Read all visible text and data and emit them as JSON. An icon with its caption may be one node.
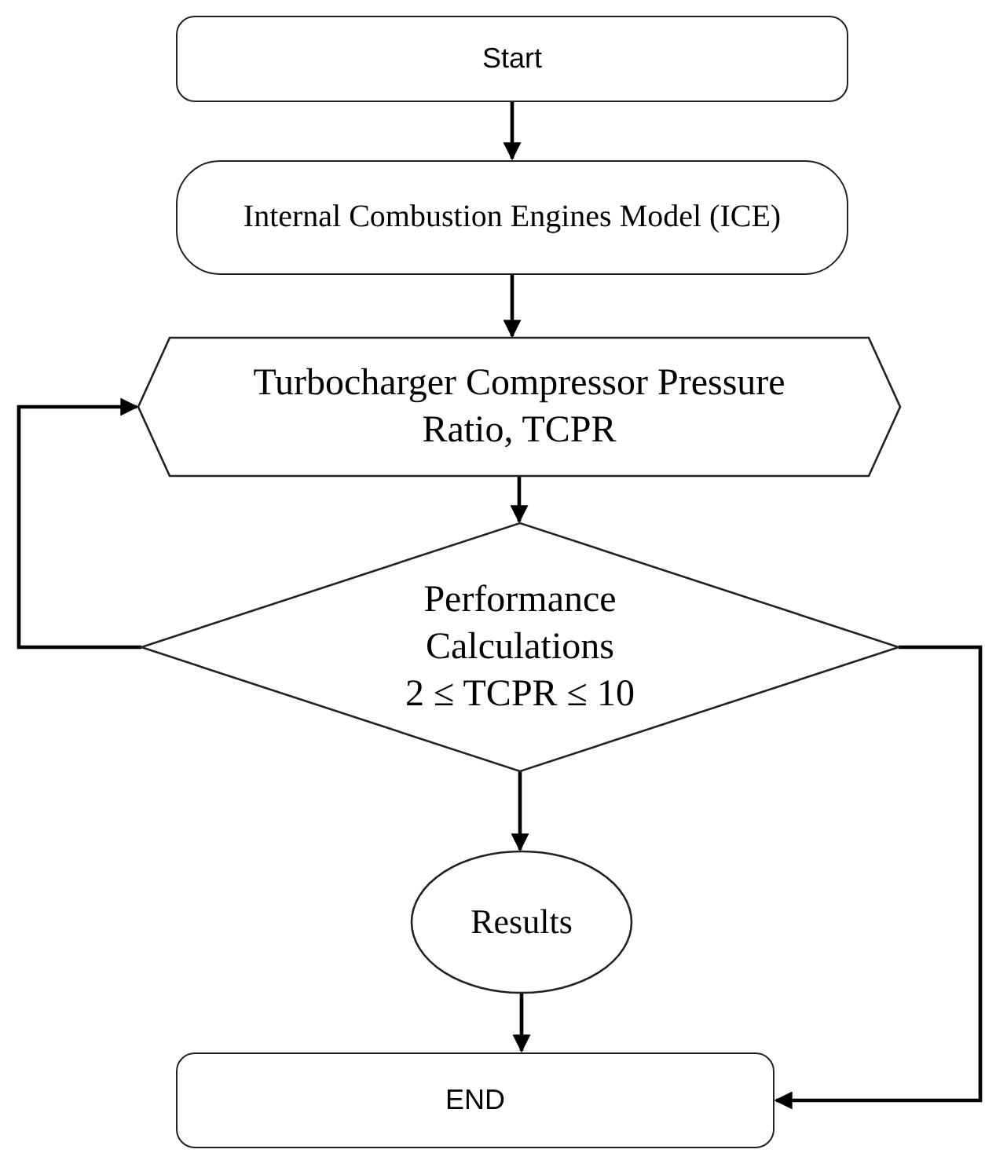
{
  "diagram": {
    "nodes": [
      {
        "text": [
          "Start"
        ]
      },
      {
        "text": [
          "Internal Combustion Engines Model (ICE)"
        ]
      },
      {
        "text": [
          "Turbocharger Compressor Pressure Ratio, TCPR"
        ]
      },
      {
        "text": [
          "Performance Calculations",
          "2 ≤ TCPR ≤ 10"
        ]
      },
      {
        "text": [
          "Results"
        ]
      },
      {
        "text": [
          "END"
        ]
      }
    ],
    "edges": [
      {
        "from": 0,
        "to": 1,
        "arrow": "to"
      },
      {
        "from": 1,
        "to": 2,
        "arrow": "to"
      },
      {
        "from": 2,
        "to": 3,
        "arrow": "to"
      },
      {
        "from": 3,
        "to": 2,
        "arrow": "to"
      },
      {
        "from": 3,
        "to": 4,
        "arrow": "to"
      },
      {
        "from": 3,
        "to": 5,
        "arrow": "to"
      },
      {
        "from": 4,
        "to": 5,
        "arrow": "to"
      }
    ]
  }
}
